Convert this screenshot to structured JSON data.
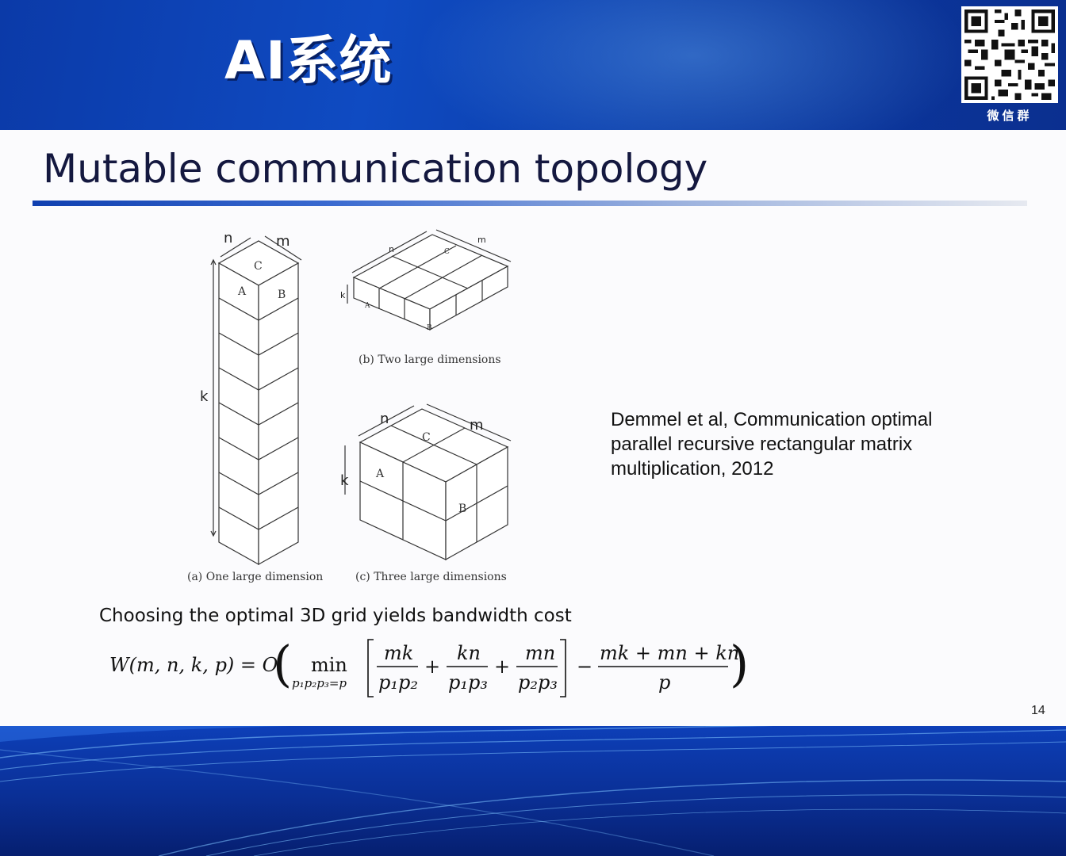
{
  "header": {
    "brand_title": "AI系统",
    "qr_label": "微信群"
  },
  "slide": {
    "title": "Mutable communication topology",
    "page_number": "14",
    "citation": "Demmel et al, Communication optimal parallel recursive rectangular matrix multiplication, 2012",
    "formula_lead": "Choosing the optimal 3D grid yields bandwidth cost"
  },
  "figure": {
    "captions": {
      "a": "(a) One large dimension",
      "b": "(b) Two large dimensions",
      "c": "(c) Three large dimensions"
    },
    "dims": {
      "n": "n",
      "m": "m",
      "k": "k"
    },
    "blocks": {
      "A": "A",
      "B": "B",
      "C": "C"
    }
  },
  "formula": {
    "lhs": "W(m, n, k, p) = O",
    "min": "min",
    "min_sub": "p₁p₂p₃=p",
    "t1_num": "mk",
    "t1_den": "p₁p₂",
    "t2_num": "kn",
    "t2_den": "p₁p₃",
    "t3_num": "mn",
    "t3_den": "p₂p₃",
    "plus": "+",
    "minus": "−",
    "t4_num": "mk + mn + kn",
    "t4_den": "p"
  },
  "colors": {
    "banner_blue": "#0b3aa8",
    "title_text": "#14183f",
    "rule_start": "#1040b0"
  }
}
